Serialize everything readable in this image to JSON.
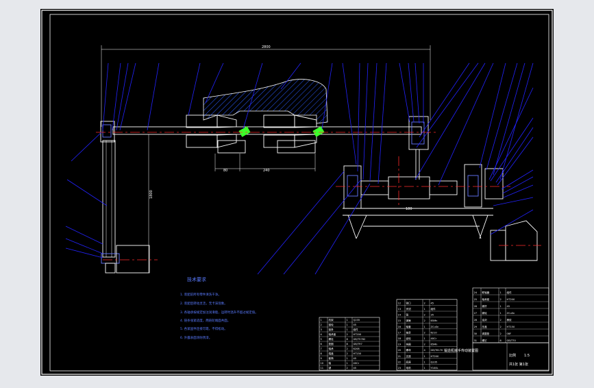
{
  "colors": {
    "window_bg": "#e6e8ec",
    "paper": "#000000",
    "frame": "#ffffff",
    "geometry": "#ffffff",
    "leaders": "#2323ff",
    "centerline": "#ff2a2a",
    "hatch": "#2a5cff",
    "highlight": "#66ff44",
    "notes": "#5a7bff"
  },
  "dimensions": {
    "overall_length": "2800",
    "vertical_height": "1800",
    "span_a": "80",
    "span_b": "240",
    "bearing_width": "180"
  },
  "notes": {
    "title": "技术要求",
    "items": [
      "1. 装配前所有零件清洗干净。",
      "2. 装配后转动灵活，无卡滞现象。",
      "3. 各轴承按规定加注润滑脂，运转时温升不超过规定值。",
      "4. 链条张紧适度，两链轮端面共面。",
      "5. 各紧固件连接可靠，不得松动。",
      "6. 外露表面涂防锈漆。"
    ]
  },
  "title_block": {
    "drawing_title": "锻造机械手传动装置图",
    "scale_label": "比例",
    "scale": "1:5",
    "sheet_label": "共1张 第1张"
  },
  "bom": {
    "left_table": [
      [
        "1",
        "机架",
        "1",
        "Q235"
      ],
      [
        "2",
        "链轮",
        "1",
        "45"
      ],
      [
        "3",
        "链条",
        "1",
        "组件"
      ],
      [
        "4",
        "轴承盖",
        "2",
        "HT200"
      ],
      [
        "5",
        "螺栓",
        "8",
        "GB/T5782"
      ],
      [
        "6",
        "垫圈",
        "8",
        "GB/T97"
      ],
      [
        "7",
        "轴承",
        "2",
        "6208"
      ],
      [
        "8",
        "端盖",
        "2",
        "HT150"
      ],
      [
        "9",
        "套筒",
        "1",
        "45"
      ],
      [
        "10",
        "轴",
        "1",
        "40Cr"
      ],
      [
        "11",
        "键",
        "2",
        "45"
      ]
    ],
    "mid_table": [
      [
        "12",
        "钳口",
        "2",
        "45"
      ],
      [
        "13",
        "夹钳",
        "1",
        "组件"
      ],
      [
        "14",
        "销",
        "2",
        "35"
      ],
      [
        "15",
        "弹簧",
        "2",
        "65Mn"
      ],
      [
        "16",
        "轴套",
        "1",
        "ZCuSn"
      ],
      [
        "17",
        "轴承",
        "2",
        "6210"
      ],
      [
        "18",
        "齿轮",
        "1",
        "40Cr"
      ],
      [
        "19",
        "挡圈",
        "2",
        "65Mn"
      ],
      [
        "20",
        "螺母",
        "4",
        "GB/T6170"
      ],
      [
        "21",
        "支座",
        "1",
        "HT200"
      ],
      [
        "22",
        "底座",
        "1",
        "Q235"
      ],
      [
        "23",
        "电机",
        "1",
        "Y100L"
      ]
    ],
    "right_table": [
      [
        "24",
        "联轴器",
        "1",
        "组件"
      ],
      [
        "25",
        "轴承座",
        "2",
        "HT200"
      ],
      [
        "26",
        "蜗杆",
        "1",
        "45"
      ],
      [
        "27",
        "蜗轮",
        "1",
        "ZCuSn"
      ],
      [
        "28",
        "油封",
        "2",
        "橡胶"
      ],
      [
        "29",
        "压盖",
        "2",
        "HT150"
      ],
      [
        "30",
        "调整垫",
        "2",
        "08F"
      ],
      [
        "31",
        "螺钉",
        "6",
        "GB/T70"
      ]
    ]
  }
}
